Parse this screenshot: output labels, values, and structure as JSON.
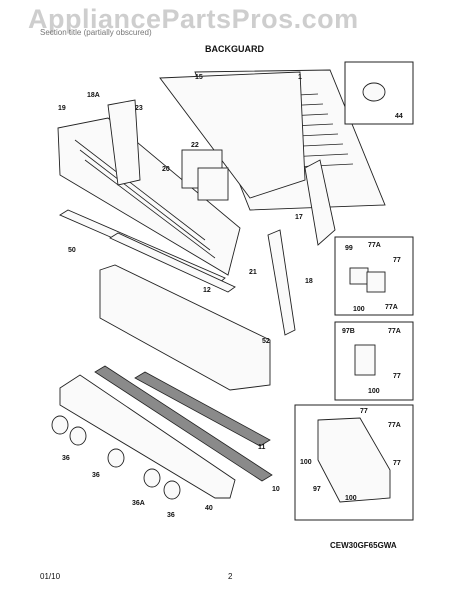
{
  "header": {
    "subtitle": "Section title (partially obscured)",
    "title": "BACKGUARD",
    "watermark": "AppliancePartsPros.com"
  },
  "footer": {
    "model": "CEW30GF65GWA",
    "date": "01/10",
    "page": "2"
  },
  "callouts": {
    "p1": "1",
    "p15": "15",
    "p18A": "18A",
    "p19": "19",
    "p23": "23",
    "p22": "22",
    "p20": "20",
    "p17": "17",
    "p50": "50",
    "p21": "21",
    "p12": "12",
    "p18": "18",
    "p52": "52",
    "p11": "11",
    "p10": "10",
    "p36a": "36",
    "p36b": "36",
    "p36A": "36A",
    "p36c": "36",
    "p40": "40",
    "p44": "44",
    "p99": "99",
    "p77A_1": "77A",
    "p77_1": "77",
    "p77A_2": "77A",
    "p100_1": "100",
    "p97B": "97B",
    "p77A_3": "77A",
    "p77_2": "77",
    "p100_2": "100",
    "p77_3": "77",
    "p77A_4": "77A",
    "p100_3": "100",
    "p77_4": "77",
    "p97": "97",
    "p100_4": "100"
  }
}
